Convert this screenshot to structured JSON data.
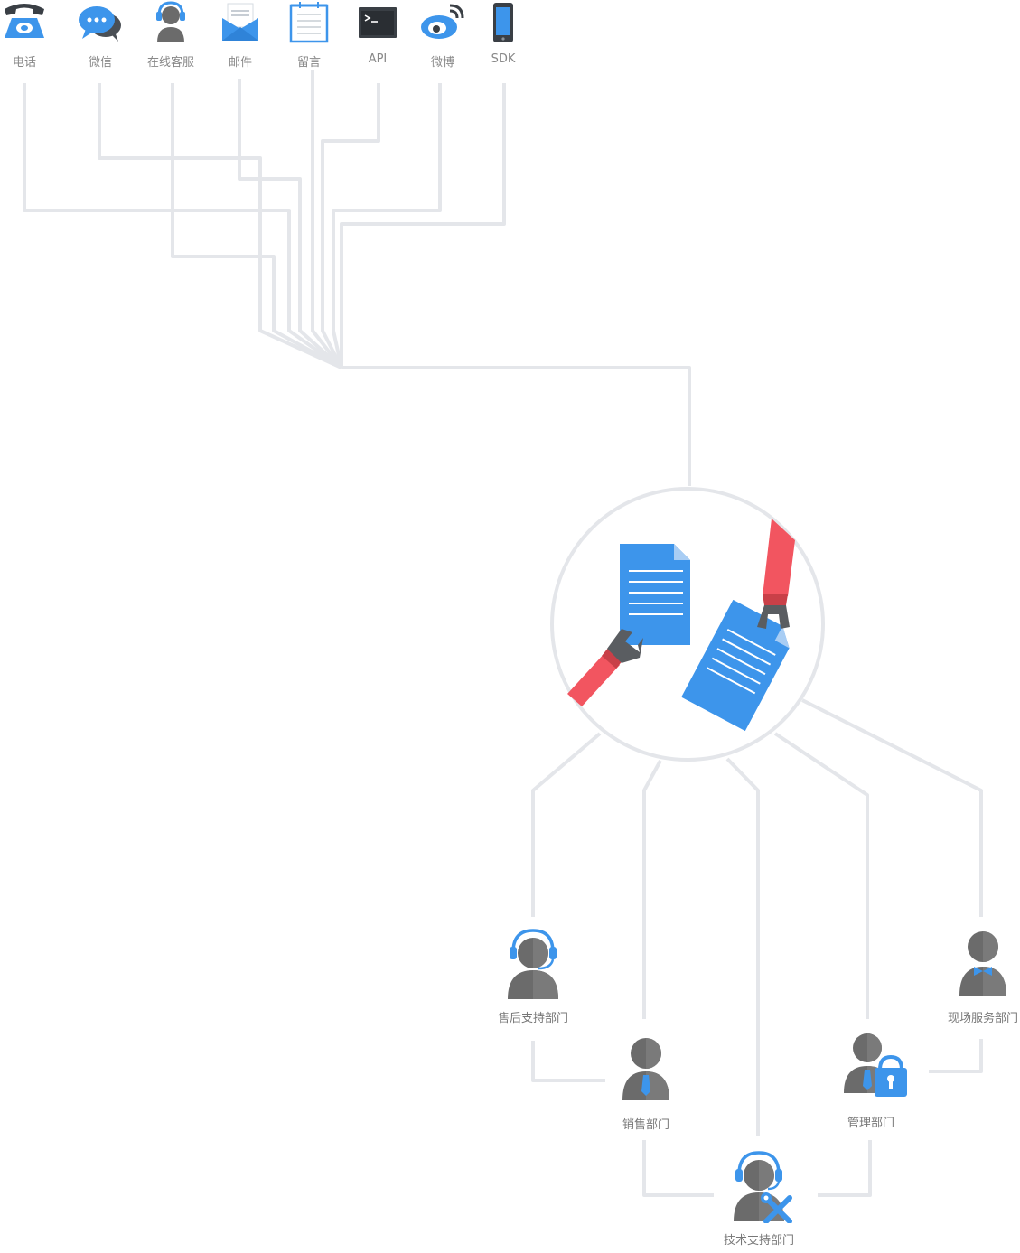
{
  "channels": [
    {
      "id": "phone",
      "label": "电话",
      "icon": "phone-icon"
    },
    {
      "id": "wechat",
      "label": "微信",
      "icon": "chat-bubble-icon"
    },
    {
      "id": "online",
      "label": "在线客服",
      "icon": "agent-headset-icon"
    },
    {
      "id": "mail",
      "label": "邮件",
      "icon": "envelope-icon"
    },
    {
      "id": "message",
      "label": "留言",
      "icon": "notepad-icon"
    },
    {
      "id": "api",
      "label": "API",
      "icon": "terminal-icon"
    },
    {
      "id": "weibo",
      "label": "微博",
      "icon": "weibo-icon"
    },
    {
      "id": "sdk",
      "label": "SDK",
      "icon": "smartphone-icon"
    }
  ],
  "hub": {
    "icon": "ticket-transfer-icon"
  },
  "departments": [
    {
      "id": "after",
      "label": "售后支持部门",
      "icon": "support-agent-icon"
    },
    {
      "id": "sales",
      "label": "销售部门",
      "icon": "salesperson-icon"
    },
    {
      "id": "tech",
      "label": "技术支持部门",
      "icon": "tech-support-icon"
    },
    {
      "id": "mgmt",
      "label": "管理部门",
      "icon": "manager-lock-icon"
    },
    {
      "id": "field",
      "label": "现场服务部门",
      "icon": "field-service-icon"
    }
  ],
  "colors": {
    "blue": "#3d95eb",
    "gray": "#6b6b6b",
    "line": "#e4e6ea",
    "red": "#f25560"
  }
}
